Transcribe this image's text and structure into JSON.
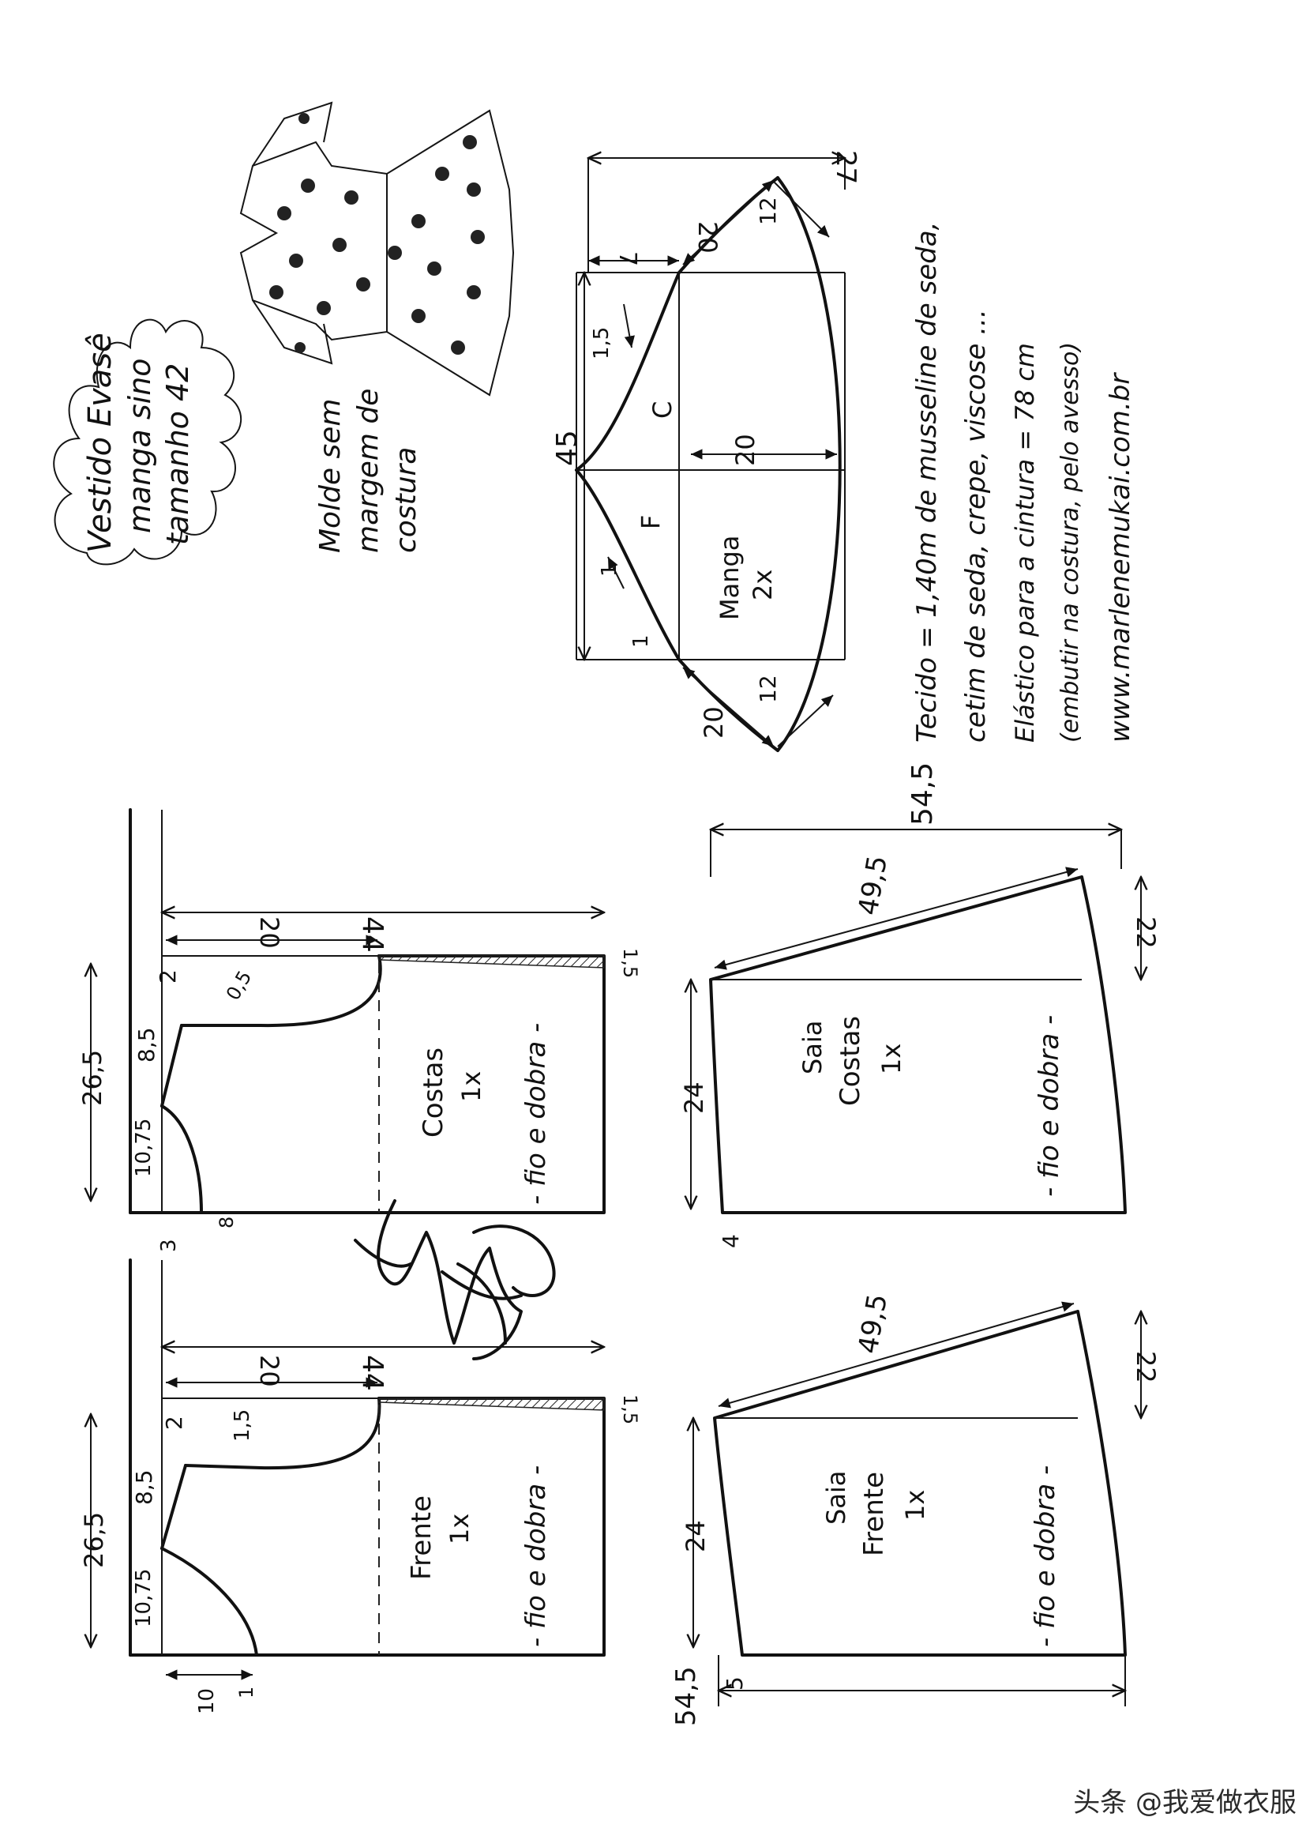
{
  "title": {
    "l1": "Vestido Evasê",
    "l2": "manga sino",
    "l3": "tamanho 42"
  },
  "note": {
    "l1": "Molde sem",
    "l2": "margem de",
    "l3": "costura"
  },
  "fabric": {
    "l1": "Tecido = 1,40m  de musseline de seda,",
    "l2": "cetim de seda, crepe, viscose ...",
    "l3": "Elástico para a cintura = 78 cm",
    "l4": "(embutir na costura, pelo avesso)",
    "l5": "www.marlenemukai.com.br"
  },
  "sleeve": {
    "name": "Manga",
    "count": "2x",
    "m45": "45",
    "m27": "27",
    "m20a": "20",
    "m20b": "20",
    "m20c": "20",
    "m7": "7",
    "m12a": "12",
    "m12b": "12",
    "m15": "1,5",
    "m1a": "1",
    "m1b": "1",
    "C": "C",
    "F": "F"
  },
  "back": {
    "name": "Costas",
    "count": "1x",
    "grain": "- fio e dobra -",
    "m44": "44",
    "m20": "20",
    "m15": "1,5",
    "m2": "2",
    "m05": "0,5",
    "m265": "26,5",
    "m85": "8,5",
    "m1075": "10,75",
    "m3": "3",
    "m8": "8"
  },
  "front": {
    "name": "Frente",
    "count": "1x",
    "grain": "- fio e dobra -",
    "m44": "44",
    "m20": "20",
    "m15a": "1,5",
    "m15b": "1,5",
    "m2": "2",
    "m265": "26,5",
    "m85": "8,5",
    "m1075": "10,75",
    "m10": "10",
    "m1": "1"
  },
  "skirt_back": {
    "name": "Saia",
    "name2": "Costas",
    "count": "1x",
    "grain": "- fio e dobra -",
    "m545": "54,5",
    "m495": "49,5",
    "m22": "22",
    "m24": "24",
    "m4": "4"
  },
  "skirt_front": {
    "name": "Saia",
    "name2": "Frente",
    "count": "1x",
    "grain": "- fio e dobra -",
    "m545": "54,5",
    "m495": "49,5",
    "m22": "22",
    "m24": "24",
    "m5": "5"
  },
  "signature": "Marlene Mukai",
  "watermark": "头条 @我爱做衣服"
}
